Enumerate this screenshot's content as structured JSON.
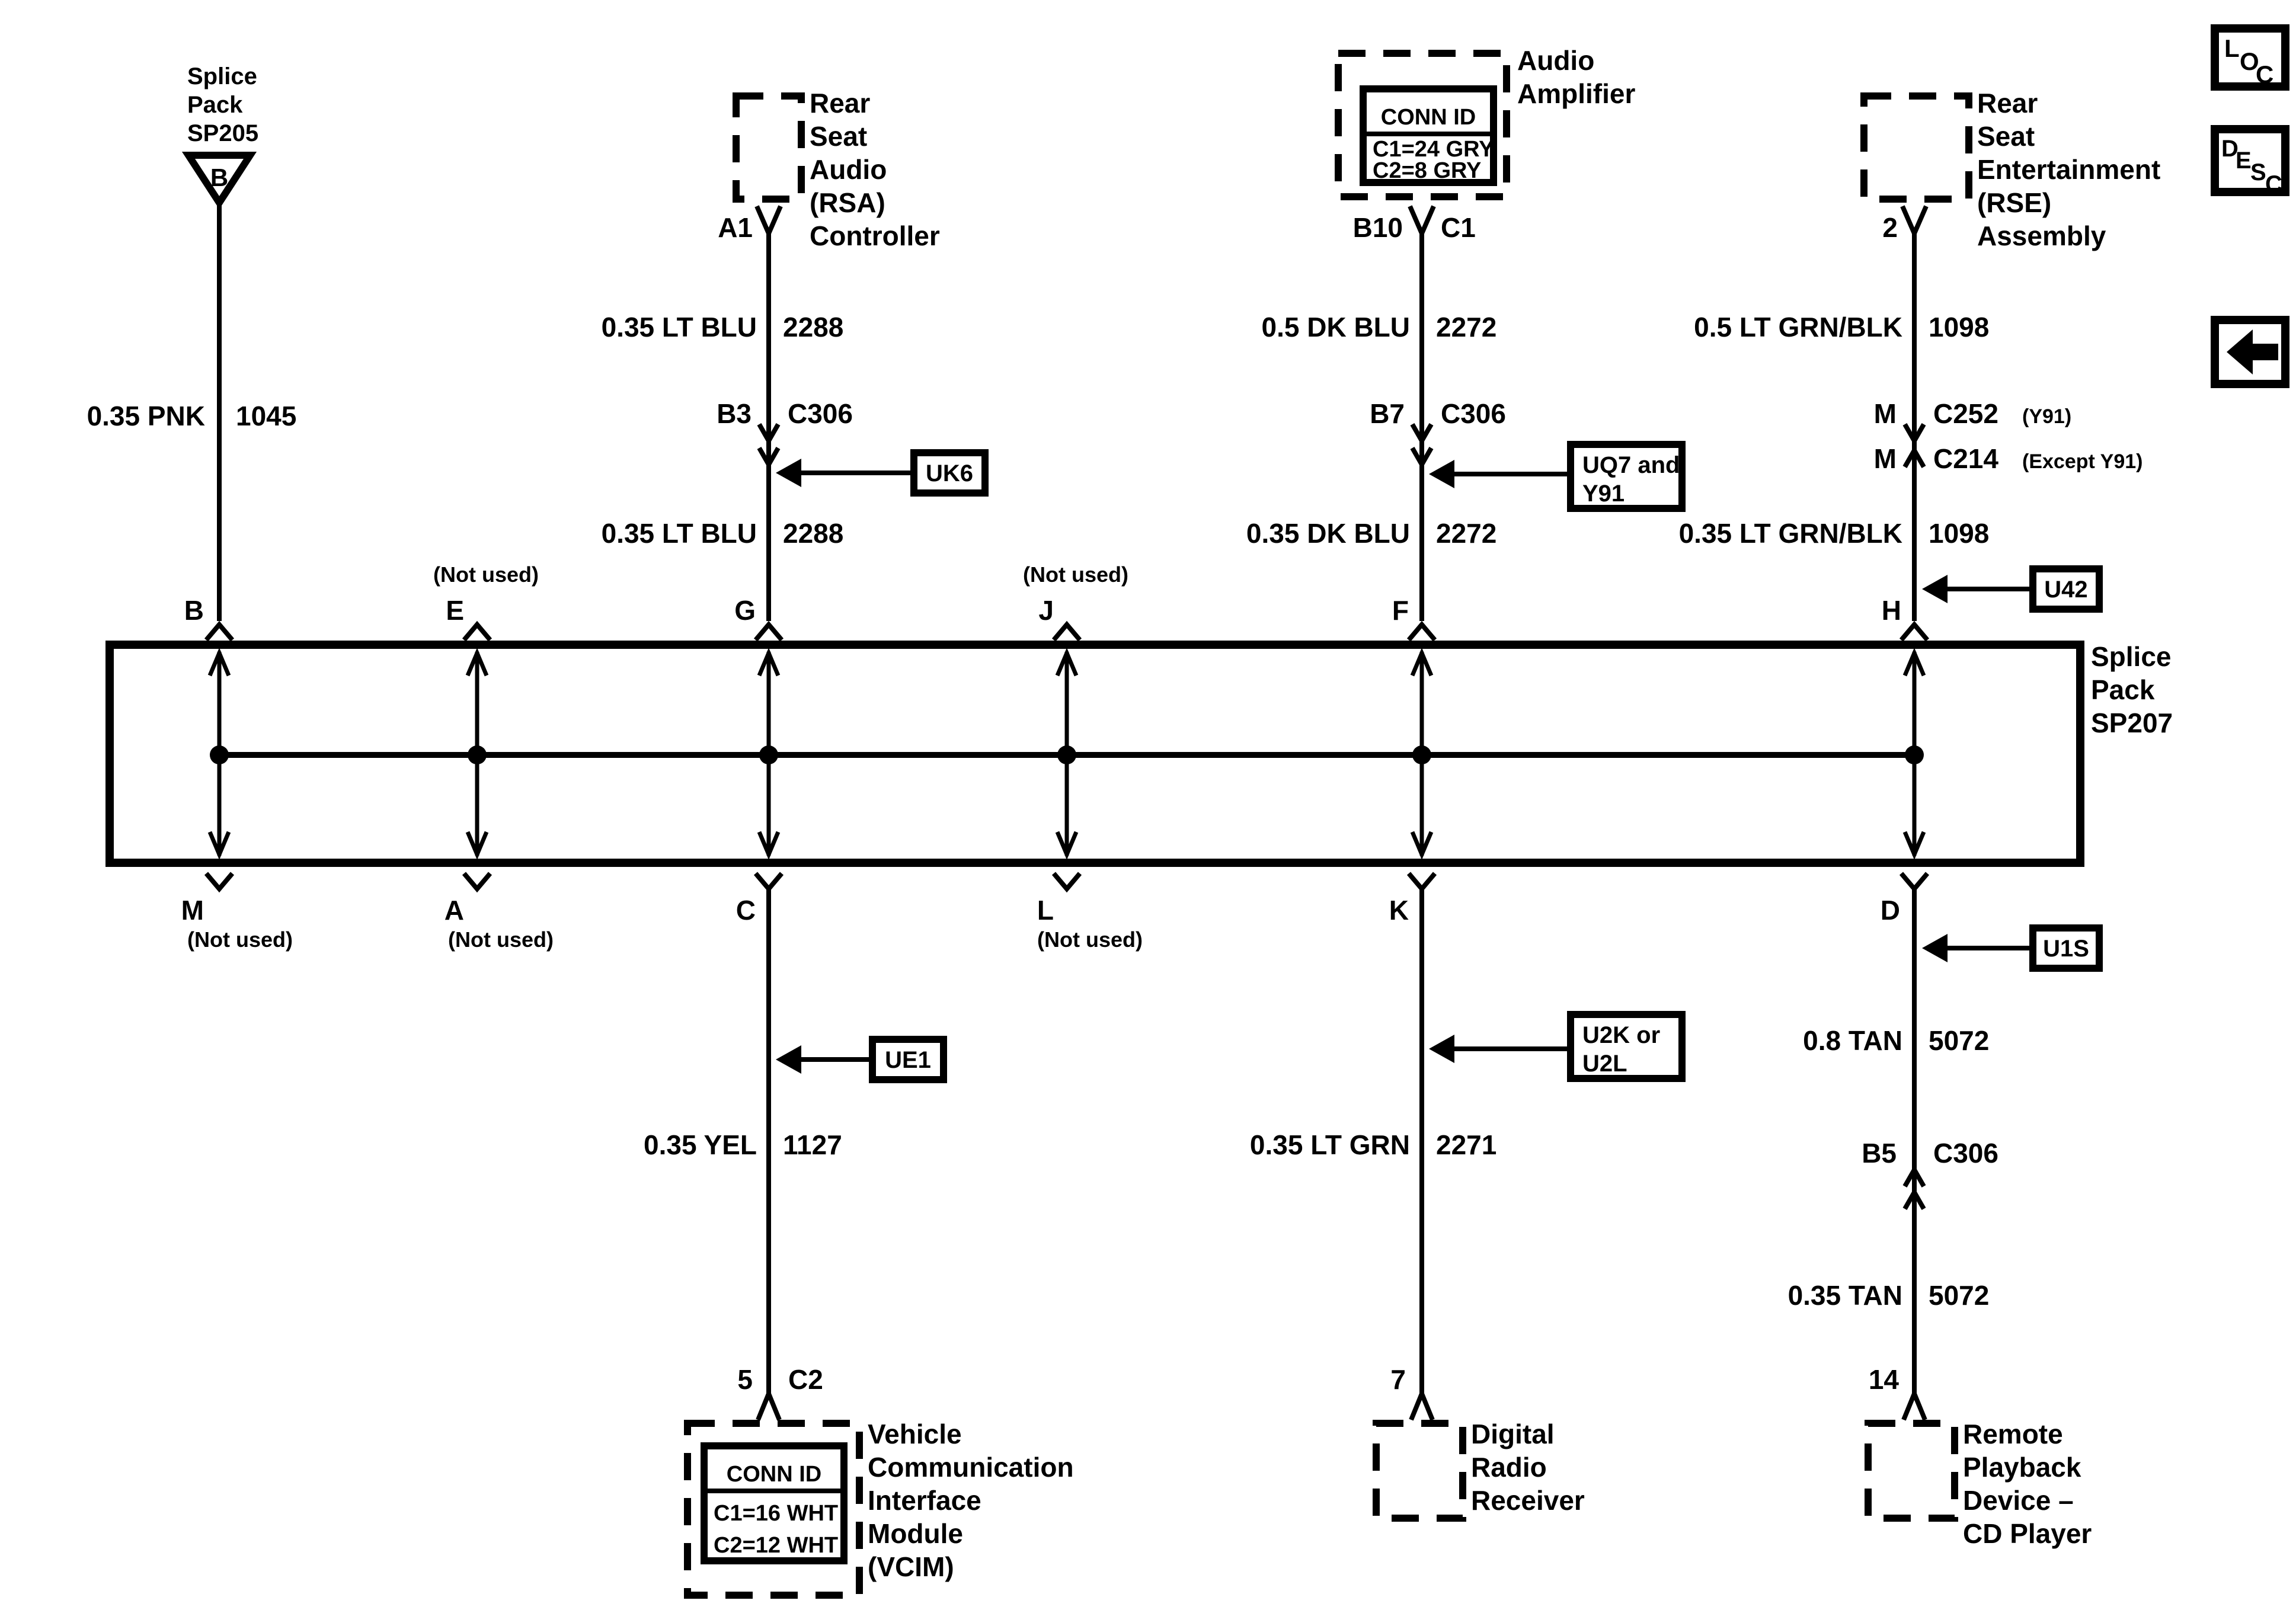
{
  "colors": {
    "ink": "#000000",
    "paper": "#ffffff"
  },
  "legend": {
    "loc": [
      "L",
      "O",
      "C"
    ],
    "desc": [
      "D",
      "E",
      "S",
      "C"
    ],
    "back_icon": "left-arrow"
  },
  "sp205": {
    "label_lines": [
      "Splice",
      "Pack",
      "SP205"
    ],
    "pin": "B"
  },
  "wire_b": {
    "size_color": "0.35 PNK",
    "circuit": "1045"
  },
  "rsa": {
    "pin": "A1",
    "name_lines": [
      "Rear",
      "Seat",
      "Audio",
      "(RSA)",
      "Controller"
    ]
  },
  "wire_g": {
    "seg1": {
      "size_color": "0.35 LT BLU",
      "circuit": "2288"
    },
    "connector": {
      "pin": "B3",
      "id": "C306"
    },
    "option": "UK6",
    "seg2": {
      "size_color": "0.35 LT BLU",
      "circuit": "2288"
    }
  },
  "amp": {
    "name_lines": [
      "Audio",
      "Amplifier"
    ],
    "conn_id": {
      "header": "CONN ID",
      "rows": [
        "C1=24 GRY",
        "C2=8 GRY"
      ]
    },
    "pin_left": "B10",
    "pin_right": "C1"
  },
  "wire_f": {
    "seg1": {
      "size_color": "0.5 DK BLU",
      "circuit": "2272"
    },
    "connector": {
      "pin": "B7",
      "id": "C306"
    },
    "option_lines": [
      "UQ7 and",
      "Y91"
    ],
    "seg2": {
      "size_color": "0.35 DK BLU",
      "circuit": "2272"
    }
  },
  "rse": {
    "pin": "2",
    "name_lines": [
      "Rear",
      "Seat",
      "Entertainment",
      "(RSE)",
      "Assembly"
    ]
  },
  "wire_h": {
    "seg1": {
      "size_color": "0.5 LT GRN/BLK",
      "circuit": "1098"
    },
    "connector1": {
      "pin": "M",
      "id": "C252",
      "qualifier": "(Y91)"
    },
    "connector2": {
      "pin": "M",
      "id": "C214",
      "qualifier": "(Except Y91)"
    },
    "option": "U42",
    "seg2": {
      "size_color": "0.35 LT GRN/BLK",
      "circuit": "1098"
    }
  },
  "sp207": {
    "label_lines": [
      "Splice",
      "Pack",
      "SP207"
    ],
    "not_used": "(Not used)",
    "top_pins": [
      "B",
      "E",
      "G",
      "J",
      "F",
      "H"
    ],
    "bottom_pins": [
      "M",
      "A",
      "C",
      "L",
      "K",
      "D"
    ]
  },
  "wire_c": {
    "option": "UE1",
    "seg": {
      "size_color": "0.35 YEL",
      "circuit": "1127"
    },
    "pin_left": "5",
    "pin_right": "C2"
  },
  "vcim": {
    "name_lines": [
      "Vehicle",
      "Communication",
      "Interface",
      "Module",
      "(VCIM)"
    ],
    "conn_id": {
      "header": "CONN ID",
      "rows": [
        "C1=16 WHT",
        "C2=12 WHT"
      ]
    }
  },
  "wire_k": {
    "option_lines": [
      "U2K or",
      "U2L"
    ],
    "seg": {
      "size_color": "0.35 LT GRN",
      "circuit": "2271"
    },
    "pin": "7"
  },
  "drr": {
    "name_lines": [
      "Digital",
      "Radio",
      "Receiver"
    ]
  },
  "wire_d": {
    "option": "U1S",
    "seg1": {
      "size_color": "0.8 TAN",
      "circuit": "5072"
    },
    "connector": {
      "pin": "B5",
      "id": "C306"
    },
    "seg2": {
      "size_color": "0.35 TAN",
      "circuit": "5072"
    },
    "pin": "14"
  },
  "rpd": {
    "name_lines": [
      "Remote",
      "Playback",
      "Device –",
      "CD Player"
    ]
  }
}
